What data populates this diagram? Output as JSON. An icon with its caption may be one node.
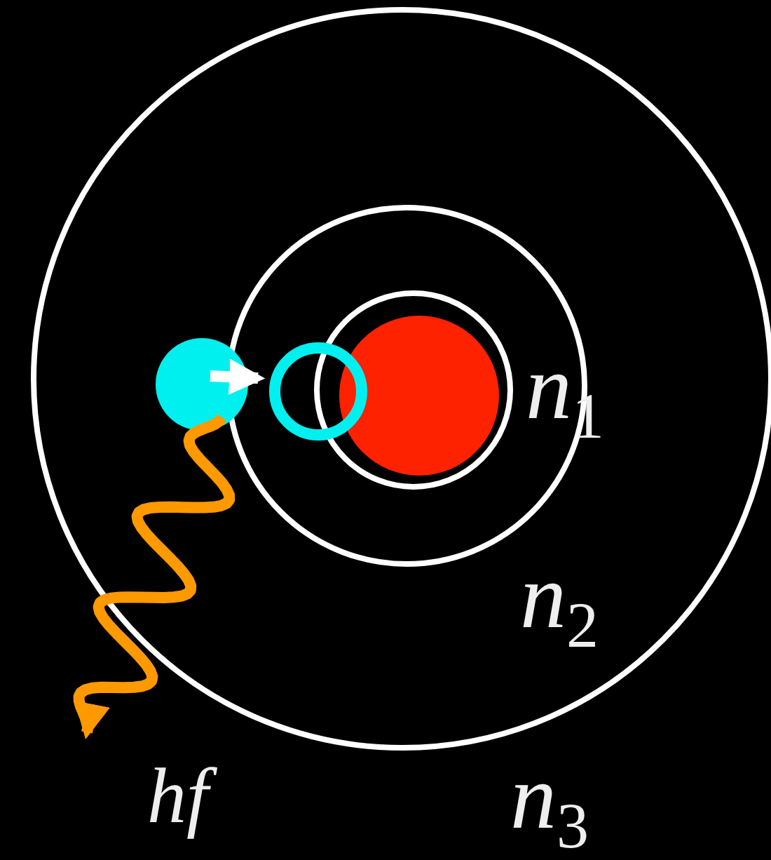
{
  "diagram": {
    "nodes": [
      {
        "text": [
          "n$_{3}$"
        ]
      },
      {
        "text": [
          "n$_{2}$"
        ],
        "in": 0
      },
      {
        "text": [
          "n$_{1}$"
        ],
        "in": 1
      },
      {
        "text": [],
        "shape": "circle",
        "in": 2
      },
      {
        "text": [],
        "shape": "circle",
        "in": 0
      },
      {
        "text": [],
        "shape": "circle",
        "in": 1
      }
    ],
    "edges": [
      {
        "from": 4,
        "to": 5,
        "arrow": "to"
      },
      {
        "from": 4,
        "to": null,
        "arrow": "to",
        "color": "#ff9900"
      }
    ],
    "labels": [
      "hf"
    ]
  }
}
